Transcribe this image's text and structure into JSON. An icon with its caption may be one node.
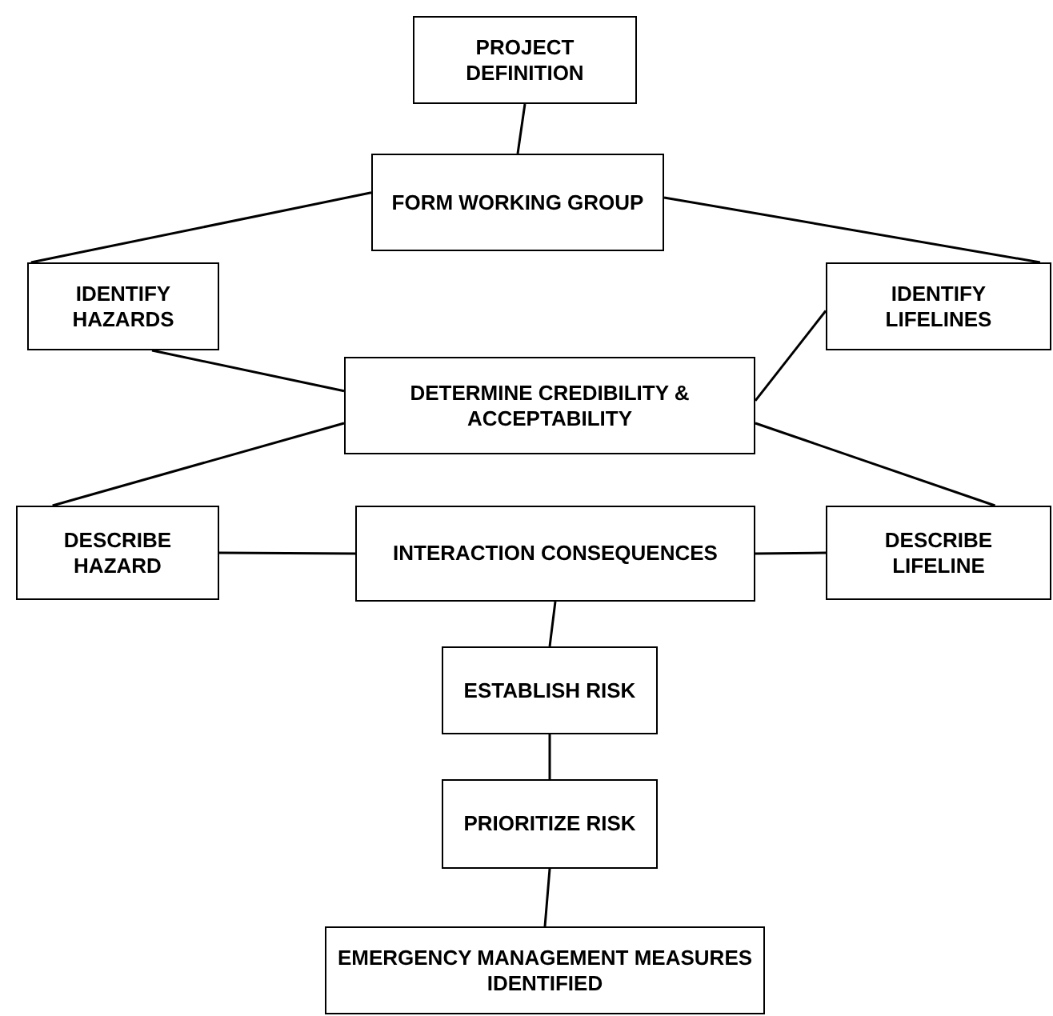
{
  "diagram": {
    "nodes": [
      {
        "text": [
          "PROJECT DEFINITION"
        ]
      },
      {
        "text": [
          "FORM WORKING GROUP"
        ]
      },
      {
        "text": [
          "IDENTIFY HAZARDS"
        ]
      },
      {
        "text": [
          "IDENTIFY LIFELINES"
        ]
      },
      {
        "text": [
          "DETERMINE CREDIBILITY & ACCEPTABILITY"
        ]
      },
      {
        "text": [
          "DESCRIBE HAZARD"
        ]
      },
      {
        "text": [
          "INTERACTION CONSEQUENCES"
        ]
      },
      {
        "text": [
          "DESCRIBE LIFELINE"
        ]
      },
      {
        "text": [
          "ESTABLISH RISK"
        ]
      },
      {
        "text": [
          "PRIORITIZE RISK"
        ]
      },
      {
        "text": [
          "EMERGENCY MANAGEMENT MEASURES IDENTIFIED"
        ]
      }
    ],
    "edges": [
      {
        "from": 0,
        "to": 1,
        "arrow": "none"
      },
      {
        "from": 1,
        "to": 2,
        "arrow": "none"
      },
      {
        "from": 1,
        "to": 3,
        "arrow": "none"
      },
      {
        "from": 2,
        "to": 4,
        "arrow": "none"
      },
      {
        "from": 3,
        "to": 4,
        "arrow": "none"
      },
      {
        "from": 4,
        "to": 5,
        "arrow": "none"
      },
      {
        "from": 4,
        "to": 7,
        "arrow": "none"
      },
      {
        "from": 5,
        "to": 6,
        "arrow": "none"
      },
      {
        "from": 6,
        "to": 7,
        "arrow": "none"
      },
      {
        "from": 6,
        "to": 8,
        "arrow": "none"
      },
      {
        "from": 8,
        "to": 9,
        "arrow": "none"
      },
      {
        "from": 9,
        "to": 10,
        "arrow": "none"
      }
    ]
  }
}
